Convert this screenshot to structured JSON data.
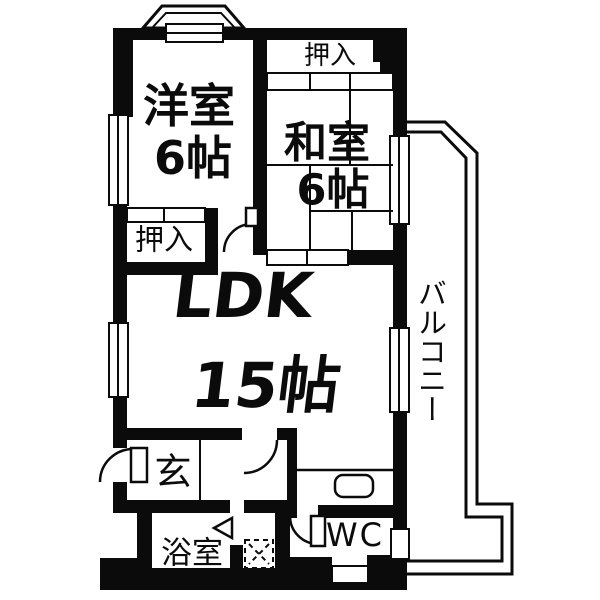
{
  "document": {
    "kind": "apartment floor plan"
  },
  "colors": {
    "ink": "#0b0b0b",
    "paper": "#ffffff"
  },
  "rooms": [
    {
      "id": "western-room",
      "label": "洋室",
      "size": "6帖"
    },
    {
      "id": "japanese-room",
      "label": "和室",
      "size": "6帖"
    },
    {
      "id": "ldk",
      "label": "LDK",
      "size": "15帖"
    },
    {
      "id": "closet-upper",
      "label": "押入"
    },
    {
      "id": "closet-lower",
      "label": "押入"
    },
    {
      "id": "entrance",
      "label": "玄"
    },
    {
      "id": "bathroom",
      "label": "浴室"
    },
    {
      "id": "wc",
      "label": "WC"
    },
    {
      "id": "balcony",
      "label": "バルコニー"
    }
  ],
  "fixtures": [
    {
      "id": "kitchen-sink"
    },
    {
      "id": "washer-space"
    },
    {
      "id": "bay-window"
    }
  ]
}
